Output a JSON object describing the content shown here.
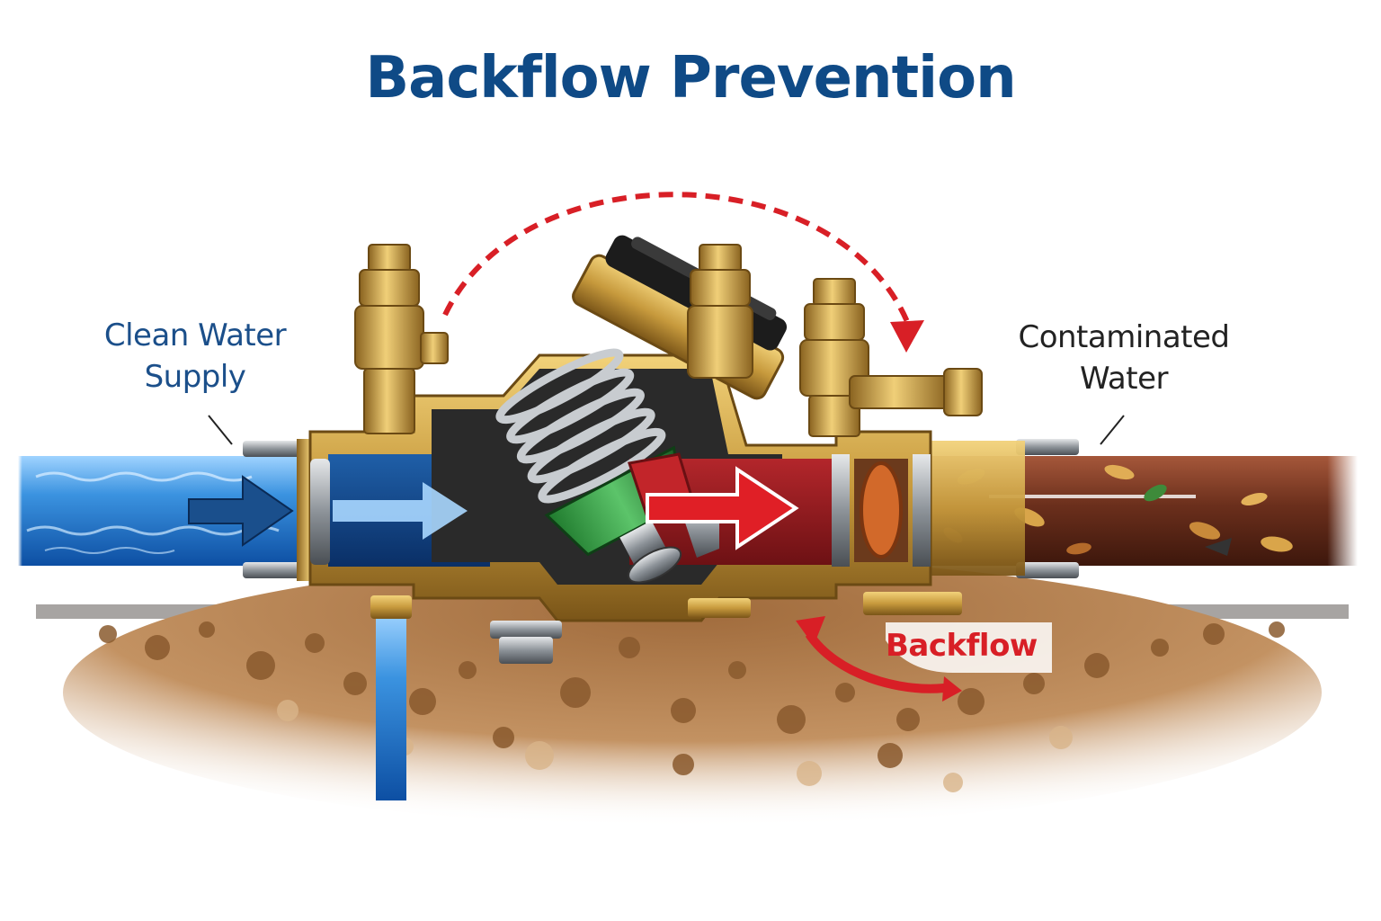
{
  "title": "Backflow Prevention",
  "labels": {
    "clean": [
      "Clean Water",
      "Supply"
    ],
    "contaminated": [
      "Contaminated",
      "Water"
    ],
    "backflow": "Backflow"
  },
  "colors": {
    "title": "#0f4a86",
    "clean_label": "#1b4f8a",
    "contam_label": "#222222",
    "backflow_red": "#d81f26",
    "brass": "#c9a24a",
    "brass_dark": "#7a5a1a",
    "clean_water": "#2f86d8",
    "dirty_water": "#6b2f1c",
    "soil": "#a87545"
  }
}
